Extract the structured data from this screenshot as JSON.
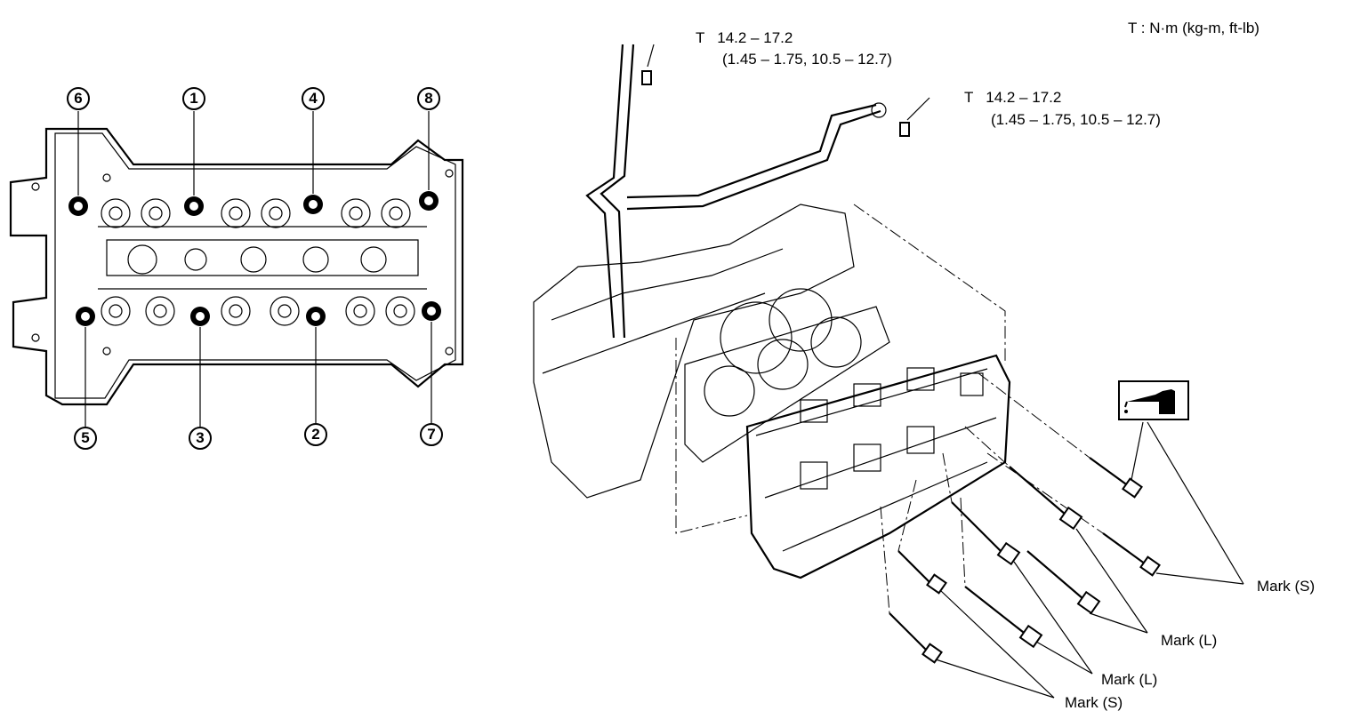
{
  "legend": {
    "unit_note": "T : N·m (kg-m, ft-lb)"
  },
  "torque_specs": [
    {
      "letter": "T",
      "value": "14.2 – 17.2",
      "alt": "(1.45 – 1.75, 10.5 – 12.7)"
    },
    {
      "letter": "T",
      "value": "14.2 – 17.2",
      "alt": "(1.45 – 1.75, 10.5 – 12.7)"
    }
  ],
  "sequence_numbers": {
    "top": [
      "6",
      "1",
      "4",
      "8"
    ],
    "bottom": [
      "5",
      "3",
      "2",
      "7"
    ]
  },
  "bolt_marks": [
    {
      "label": "Mark (S)"
    },
    {
      "label": "Mark (L)"
    },
    {
      "label": "Mark (L)"
    },
    {
      "label": "Mark (S)"
    }
  ],
  "icons": {
    "oil_can": "oil-can-icon"
  }
}
